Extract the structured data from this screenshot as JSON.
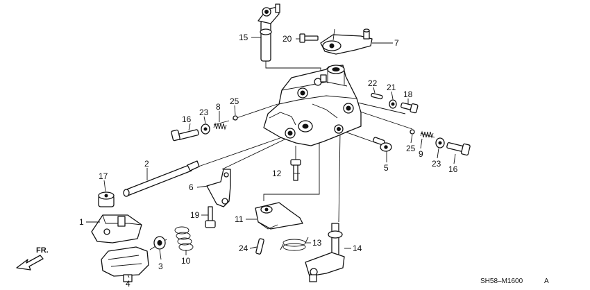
{
  "callouts": {
    "p1": "1",
    "p2": "2",
    "p3": "3",
    "p4": "4",
    "p5": "5",
    "p6": "6",
    "p7": "7",
    "p8": "8",
    "p9": "9",
    "p10": "10",
    "p11": "11",
    "p12": "12",
    "p13": "13",
    "p14": "14",
    "p15": "15",
    "p16a": "16",
    "p16b": "16",
    "p17": "17",
    "p18": "18",
    "p19": "19",
    "p20": "20",
    "p21": "21",
    "p22": "22",
    "p23a": "23",
    "p23b": "23",
    "p24": "24",
    "p25a": "25",
    "p25b": "25"
  },
  "direction_label": "FR.",
  "diagram_code": "SH58–M1600",
  "revision_mark": "A"
}
